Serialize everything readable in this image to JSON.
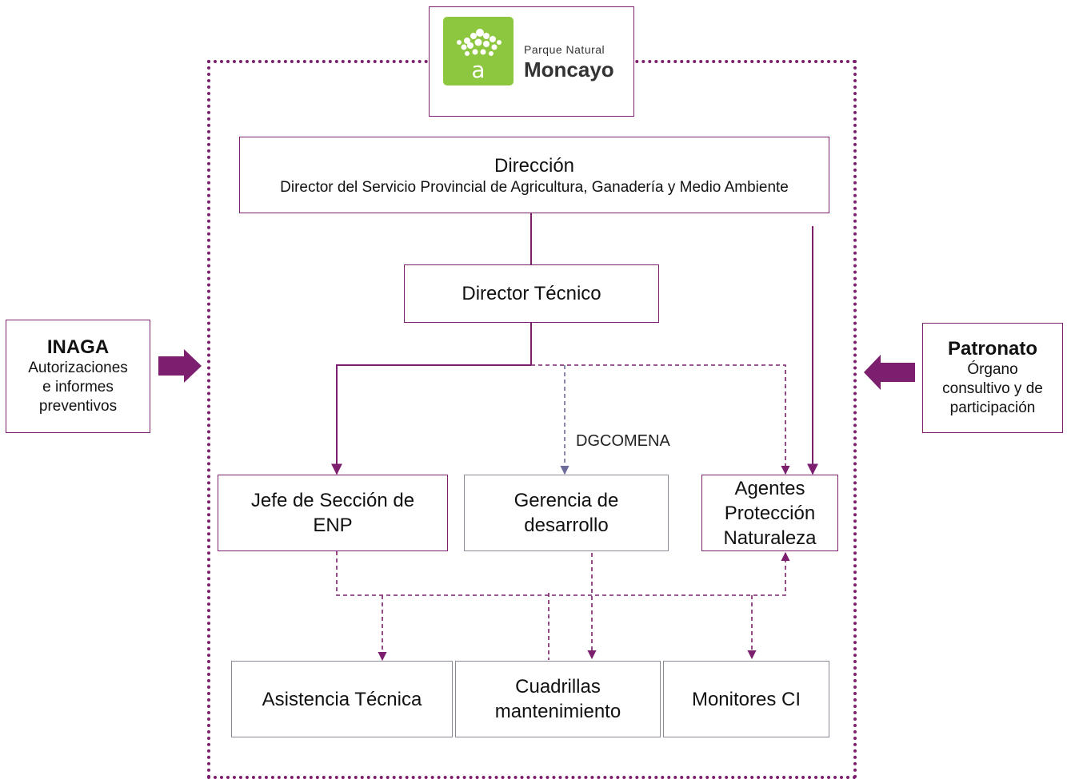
{
  "logo": {
    "subtitle": "Parque Natural",
    "name": "Moncayo",
    "letter": "a",
    "brand_color": "#8dc63f"
  },
  "accent_color": "#7b1f6e",
  "direccion": {
    "title": "Dirección",
    "detail": "Director del Servicio Provincial de Agricultura, Ganadería y Medio Ambiente"
  },
  "director_tecnico": {
    "title": "Director Técnico"
  },
  "inaga": {
    "title": "INAGA",
    "line1": "Autorizaciones",
    "line2": "e informes",
    "line3": "preventivos"
  },
  "patronato": {
    "title": "Patronato",
    "line1": "Órgano",
    "line2": "consultivo y de",
    "line3": "participación"
  },
  "jefe_seccion": {
    "line1": "Jefe de Sección de",
    "line2": "ENP"
  },
  "gerencia": {
    "line1": "Gerencia de",
    "line2": "desarrollo"
  },
  "agentes": {
    "line1": "Agentes",
    "line2": "Protección",
    "line3": "Naturaleza"
  },
  "dgcomena_label": "DGCOMENA",
  "asistencia": {
    "title": "Asistencia Técnica"
  },
  "cuadrillas": {
    "line1": "Cuadrillas",
    "line2": "mantenimiento"
  },
  "monitores": {
    "title": "Monitores CI"
  }
}
